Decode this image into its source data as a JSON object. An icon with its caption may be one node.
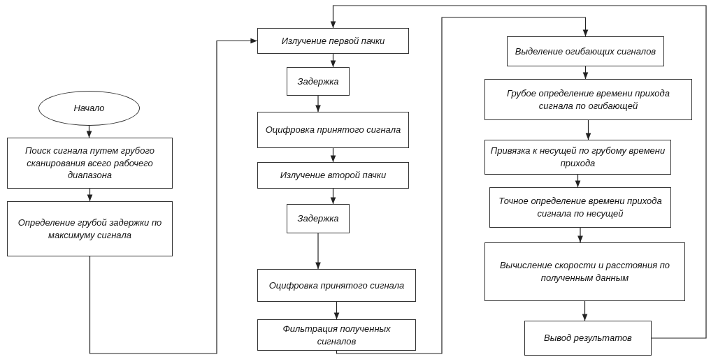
{
  "diagram": {
    "nodes": [
      {
        "text": [
          "Начало"
        ]
      },
      {
        "text": [
          "Поиск сигнала путем грубого сканирования всего рабочего диапазона"
        ]
      },
      {
        "text": [
          "Определение грубой задержки по максимуму сигнала"
        ]
      },
      {
        "text": [
          "Излучение первой пачки"
        ]
      },
      {
        "text": [
          "Задержка"
        ]
      },
      {
        "text": [
          "Оцифровка принятого сигнала"
        ]
      },
      {
        "text": [
          "Излучение второй пачки"
        ]
      },
      {
        "text": [
          "Задержка"
        ]
      },
      {
        "text": [
          "Оцифровка принятого сигнала"
        ]
      },
      {
        "text": [
          "Фильтрация полученных сигналов"
        ]
      },
      {
        "text": [
          "Выделение огибающих сигналов"
        ]
      },
      {
        "text": [
          "Грубое определение времени прихода сигнала по огибающей"
        ]
      },
      {
        "text": [
          "Привязка к несущей по грубому времени прихода"
        ]
      },
      {
        "text": [
          "Точное определение времени прихода сигнала по несущей"
        ]
      },
      {
        "text": [
          "Вычисление скорости и расстояния по полученным данным"
        ]
      },
      {
        "text": [
          "Вывод результатов"
        ]
      }
    ],
    "edges": [
      {
        "from": 0,
        "to": 1,
        "arrow": "to"
      },
      {
        "from": 1,
        "to": 2,
        "arrow": "to"
      },
      {
        "from": 2,
        "to": 3,
        "arrow": "to"
      },
      {
        "from": 3,
        "to": 4,
        "arrow": "to"
      },
      {
        "from": 4,
        "to": 5,
        "arrow": "to"
      },
      {
        "from": 5,
        "to": 6,
        "arrow": "to"
      },
      {
        "from": 6,
        "to": 7,
        "arrow": "to"
      },
      {
        "from": 7,
        "to": 8,
        "arrow": "to"
      },
      {
        "from": 8,
        "to": 9,
        "arrow": "to"
      },
      {
        "from": 9,
        "to": 10,
        "arrow": "to"
      },
      {
        "from": 10,
        "to": 11,
        "arrow": "to"
      },
      {
        "from": 11,
        "to": 12,
        "arrow": "to"
      },
      {
        "from": 12,
        "to": 13,
        "arrow": "to"
      },
      {
        "from": 13,
        "to": 14,
        "arrow": "to"
      },
      {
        "from": 14,
        "to": 15,
        "arrow": "to"
      },
      {
        "from": 15,
        "to": 3,
        "arrow": "to"
      }
    ]
  }
}
